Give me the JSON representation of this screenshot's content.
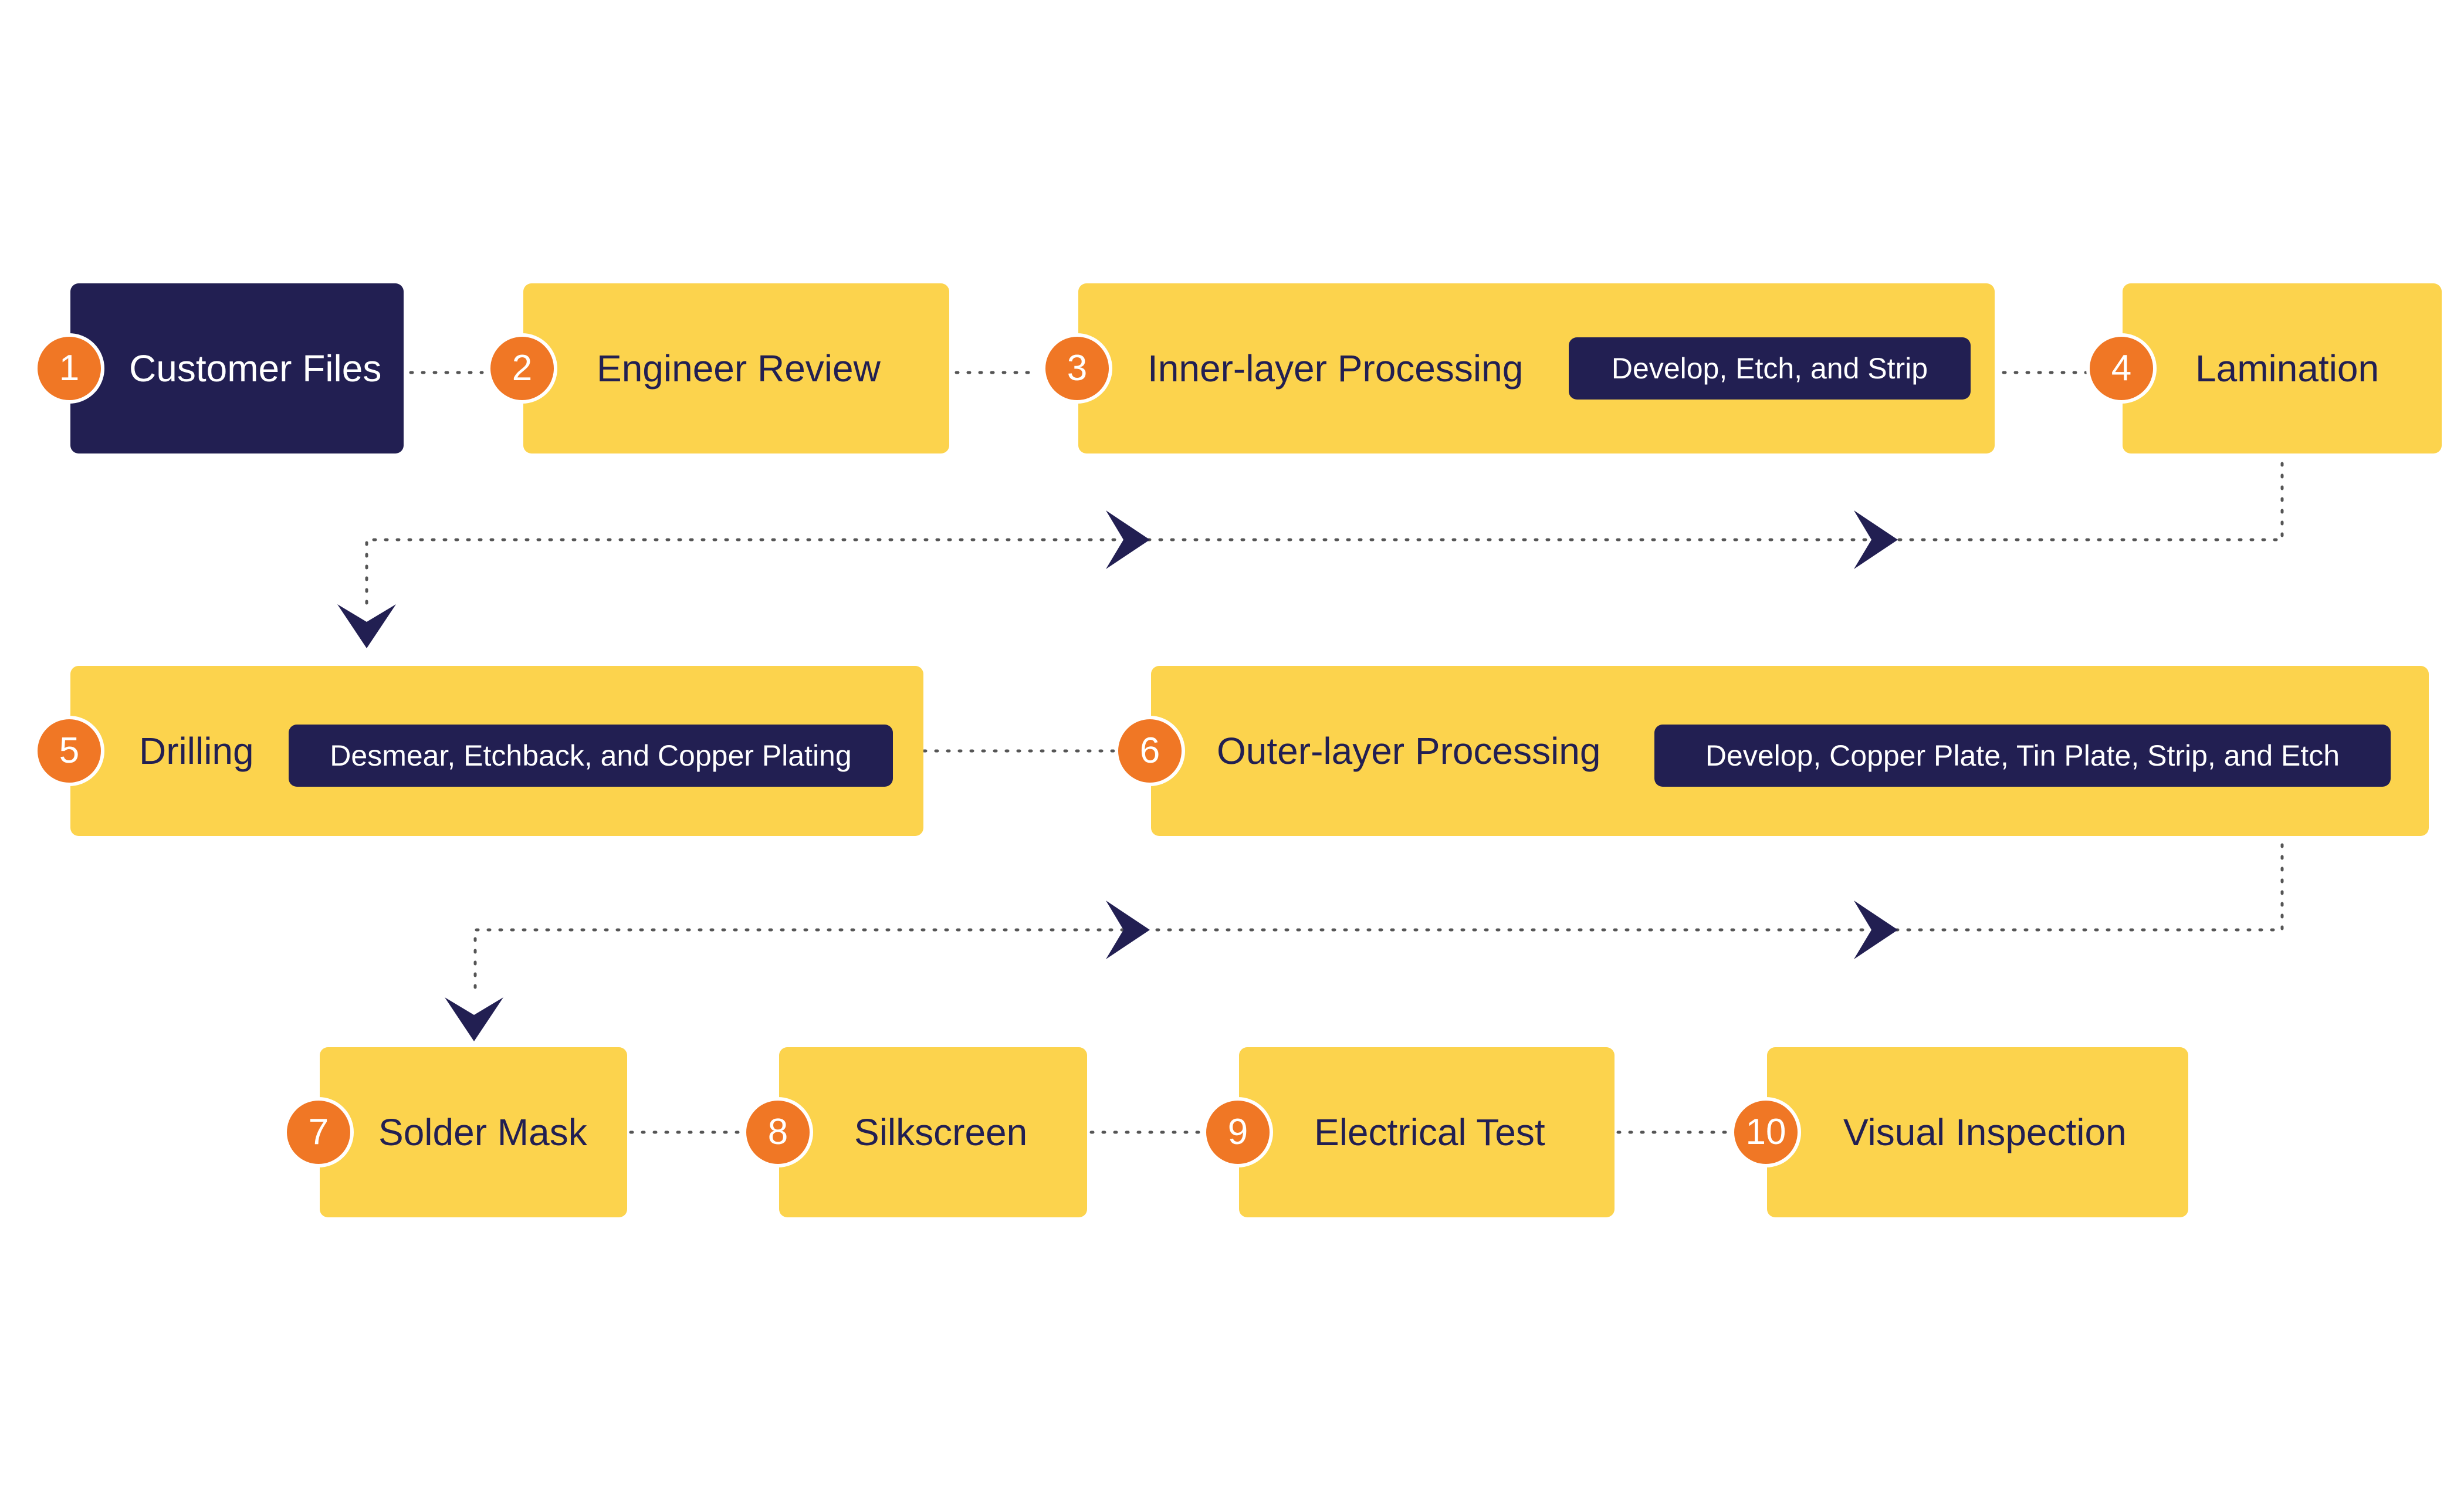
{
  "colors": {
    "step_box": "#FCD34D",
    "start_box": "#221F52",
    "badge": "#F07725",
    "pill": "#221F52",
    "arrow": "#221F52",
    "connector": "#555555"
  },
  "steps": [
    {
      "number": "1",
      "label": "Customer Files",
      "sub": ""
    },
    {
      "number": "2",
      "label": "Engineer Review",
      "sub": ""
    },
    {
      "number": "3",
      "label": "Inner-layer Processing",
      "sub": "Develop, Etch, and Strip"
    },
    {
      "number": "4",
      "label": "Lamination",
      "sub": ""
    },
    {
      "number": "5",
      "label": "Drilling",
      "sub": "Desmear, Etchback, and Copper Plating"
    },
    {
      "number": "6",
      "label": "Outer-layer Processing",
      "sub": "Develop, Copper Plate, Tin Plate, Strip, and Etch"
    },
    {
      "number": "7",
      "label": "Solder Mask",
      "sub": ""
    },
    {
      "number": "8",
      "label": "Silkscreen",
      "sub": ""
    },
    {
      "number": "9",
      "label": "Electrical Test",
      "sub": ""
    },
    {
      "number": "10",
      "label": "Visual Inspection",
      "sub": ""
    }
  ]
}
